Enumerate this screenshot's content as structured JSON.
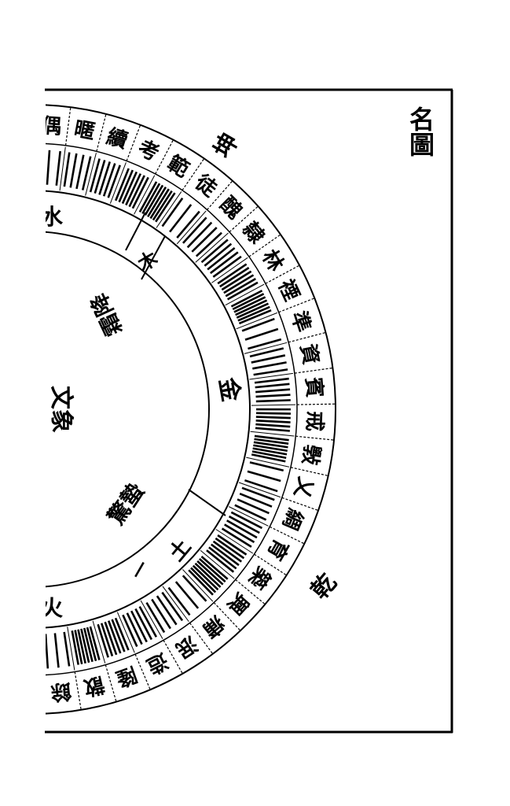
{
  "title": "名圖",
  "outer_labels": {
    "top": "坤",
    "bottom": "乾"
  },
  "ring_names": [
    "偶",
    "暱",
    "續",
    "考",
    "範",
    "徒",
    "醜",
    "隸",
    "林",
    "禋",
    "準",
    "資",
    "賓",
    "戒",
    "斅",
    "乂",
    "綢",
    "育",
    "築",
    "興",
    "痡",
    "泯",
    "造",
    "隆",
    "散",
    "餘"
  ],
  "inner_ring": {
    "top_box": "木",
    "right": "金",
    "bottom_box": "土",
    "mark": "一"
  },
  "inner_labels": {
    "upper": "霜降",
    "lower": "驚蟄"
  },
  "left_edge": {
    "upper": "水",
    "middle": "文象",
    "lower": "火"
  },
  "colors": {
    "ink": "#000000",
    "paper": "#ffffff"
  }
}
